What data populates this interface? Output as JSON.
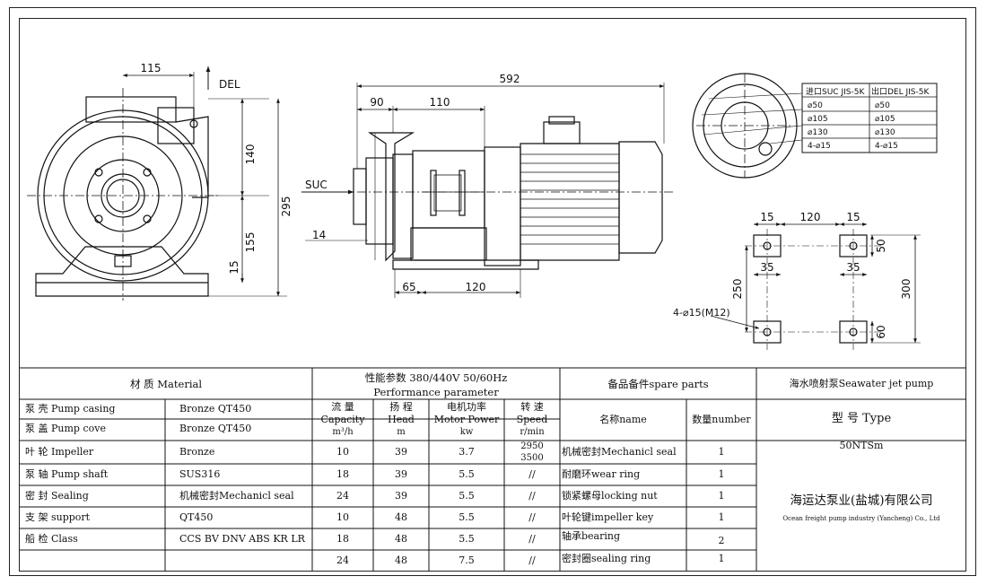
{
  "drawing": {
    "front": {
      "dim_115": "115",
      "del": "DEL",
      "dim_140": "140",
      "dim_295": "295",
      "dim_155": "155",
      "dim_15": "15"
    },
    "side": {
      "dim_592": "592",
      "dim_90": "90",
      "dim_110": "110",
      "suc": "SUC",
      "dim_14": "14",
      "dim_65": "65",
      "dim_120": "120"
    },
    "flange_table": {
      "headers": [
        "进口SUC JIS-5K",
        "出口DEL JIS-5K"
      ],
      "rows": [
        [
          "⌀50",
          "⌀50"
        ],
        [
          "⌀105",
          "⌀105"
        ],
        [
          "⌀130",
          "⌀130"
        ],
        [
          "4-⌀15",
          "4-⌀15"
        ]
      ]
    },
    "foot": {
      "dim_15a": "15",
      "dim_120": "120",
      "dim_15b": "15",
      "dim_50": "50",
      "dim_35a": "35",
      "dim_35b": "35",
      "dim_250": "250",
      "dim_300": "300",
      "hole_label": "4-⌀15(M12)",
      "dim_60": "60"
    }
  },
  "materials": {
    "header": "材   质   Material",
    "rows": [
      {
        "part": "泵  壳    Pump casing",
        "material": "Bronze     QT450"
      },
      {
        "part": "泵  盖  Pump cove",
        "material": "Bronze     QT450"
      },
      {
        "part": "叶  轮    Impeller",
        "material": "Bronze"
      },
      {
        "part": "泵  轴    Pump shaft",
        "material": "SUS316"
      },
      {
        "part": "密  封    Sealing",
        "material": "机械密封Mechanicl seal"
      },
      {
        "part": "支  架   support",
        "material": "QT450"
      },
      {
        "part": "船  检    Class",
        "material": "CCS BV DNV ABS KR LR"
      },
      {
        "part": "",
        "material": ""
      }
    ]
  },
  "performance": {
    "title": "性能参数   380/440V  50/60Hz",
    "subtitle": "Performance parameter",
    "col_capacity": [
      "流  量",
      "Capacity",
      "m³/h"
    ],
    "col_head": [
      "扬  程",
      "Head",
      "m"
    ],
    "col_power": [
      "电机功率",
      "Motor Power",
      "kw"
    ],
    "col_speed": [
      "转  速",
      "Speed",
      "r/min"
    ],
    "rows": [
      {
        "capacity": "10",
        "head": "39",
        "power": "3.7",
        "speed_a": "2950",
        "speed_b": "3500"
      },
      {
        "capacity": "18",
        "head": "39",
        "power": "5.5",
        "speed": "//"
      },
      {
        "capacity": "24",
        "head": "39",
        "power": "5.5",
        "speed": "//"
      },
      {
        "capacity": "10",
        "head": "48",
        "power": "5.5",
        "speed": "//"
      },
      {
        "capacity": "18",
        "head": "48",
        "power": "5.5",
        "speed": "//"
      },
      {
        "capacity": "24",
        "head": "48",
        "power": "7.5",
        "speed": "//"
      }
    ]
  },
  "spares": {
    "header": "备品备件spare parts",
    "col_name": "名称name",
    "col_qty": "数量number",
    "rows": [
      {
        "name": "机械密封Mechanicl seal",
        "qty": "1"
      },
      {
        "name": "耐磨环wear ring",
        "qty": "1"
      },
      {
        "name": "锁紧螺母locking nut",
        "qty": "1"
      },
      {
        "name": "叶轮键impeller key",
        "qty": "1"
      },
      {
        "name": "轴承bearing",
        "qty": "2"
      },
      {
        "name": "密封圈sealing ring",
        "qty": "1"
      }
    ]
  },
  "title_block": {
    "product": "海水喷射泵Seawater jet pump",
    "model_label": "型 号 Type",
    "model": "50NTSm",
    "company_cn": "海运达泵业(盐城)有限公司",
    "company_en": "Ocean freight pump industry (Yancheng) Co., Ltd"
  }
}
